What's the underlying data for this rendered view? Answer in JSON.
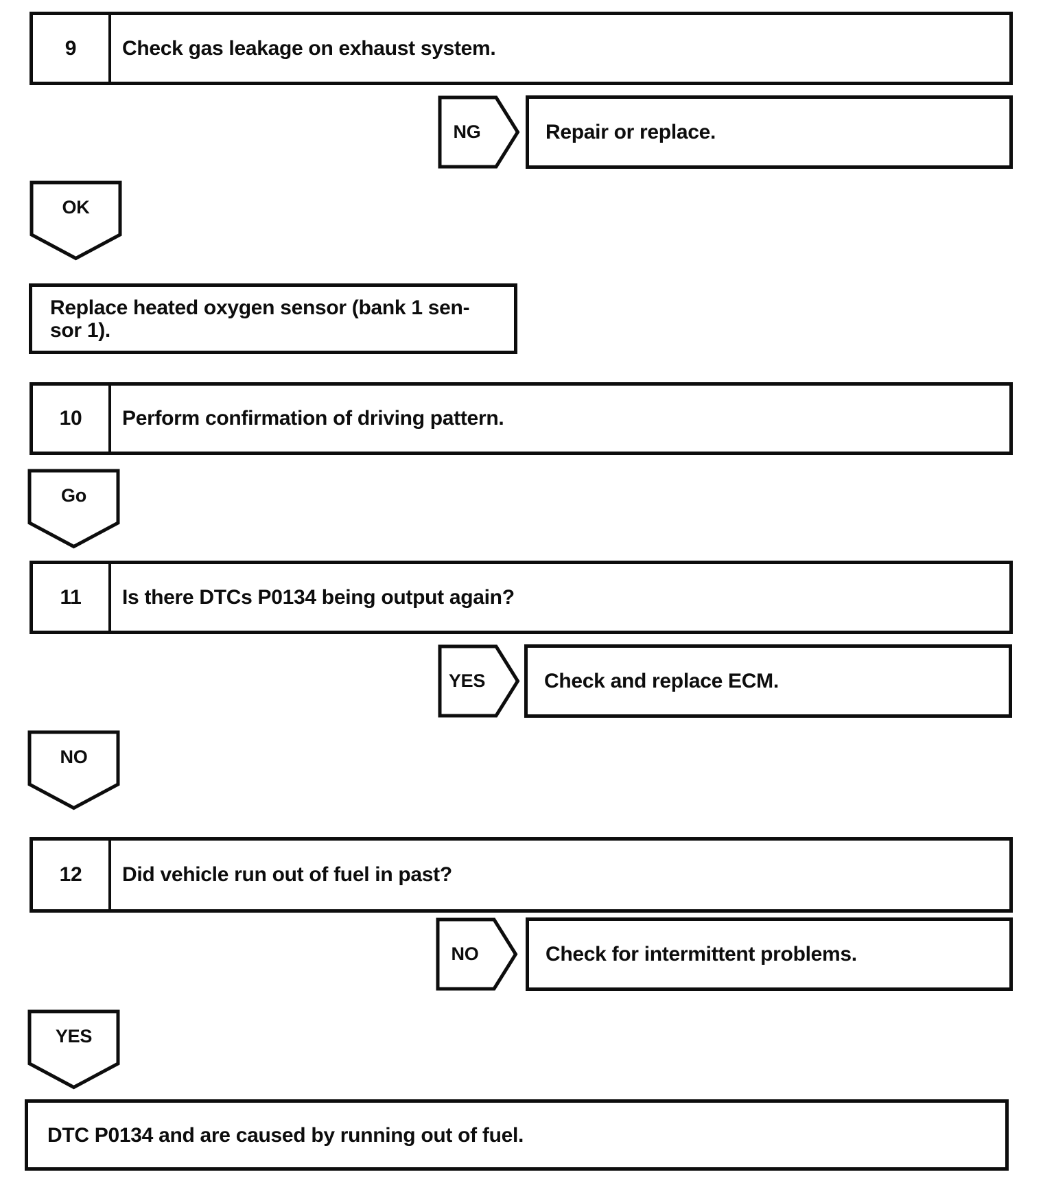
{
  "page": {
    "background": "#ffffff",
    "line_color": "#0d0d0d"
  },
  "flowchart": {
    "steps": [
      {
        "number": "9",
        "text": "Check gas leakage on exhaust system."
      },
      {
        "number": "10",
        "text": "Perform confirmation of driving pattern."
      },
      {
        "number": "11",
        "text": "Is there DTCs P0134 being output again?"
      },
      {
        "number": "12",
        "text": "Did vehicle run out of fuel in past?"
      }
    ],
    "branches": [
      {
        "label": "NG",
        "result": "Repair or replace."
      },
      {
        "label": "YES",
        "result": "Check and replace ECM."
      },
      {
        "label": "NO",
        "result": "Check for intermittent problems."
      }
    ],
    "connectors": [
      {
        "label": "OK"
      },
      {
        "label": "Go"
      },
      {
        "label": "NO"
      },
      {
        "label": "YES"
      }
    ],
    "action_box": {
      "line1": "Replace heated oxygen sensor (bank 1 sen-",
      "line2": "sor 1)."
    },
    "terminal_box": {
      "text": "DTC P0134 and are caused by running out of fuel."
    }
  }
}
